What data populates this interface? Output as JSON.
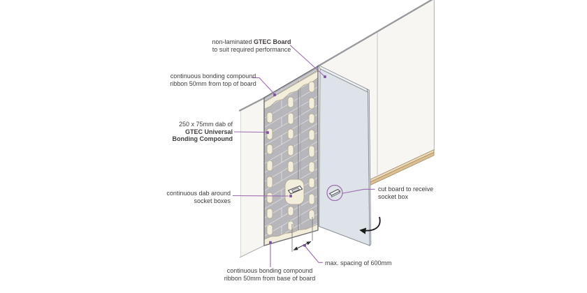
{
  "labels": {
    "board": {
      "pre": "non-laminated ",
      "bold": "GTEC Board",
      "line2": "to suit required performance"
    },
    "ribbon_top": {
      "line1": "continuous bonding compound",
      "line2": "ribbon 50mm from top of board"
    },
    "dab": {
      "line1": "250 x 75mm dab of",
      "bold1": "GTEC Universal",
      "bold2": "Bonding Compound"
    },
    "socket_dab": {
      "line1": "continuous dab around",
      "line2": "socket boxes"
    },
    "cut_board": {
      "line1": "cut board to receive",
      "line2": "socket box"
    },
    "spacing": {
      "line1": "max. spacing of 600mm"
    },
    "ribbon_base": {
      "line1": "continuous bonding compound",
      "line2": "ribbon 50mm from base of board"
    }
  },
  "colors": {
    "leader": "#9b6bb0",
    "leader_dot": "#7b4d99",
    "masonry": "#b7b7bb",
    "mortar": "#dcdcdf",
    "compound": "#f3eedb",
    "board_face": "#dde3e8",
    "wall": "#f7f6f3",
    "timber": "#ddbe92",
    "text": "#403c3c"
  }
}
